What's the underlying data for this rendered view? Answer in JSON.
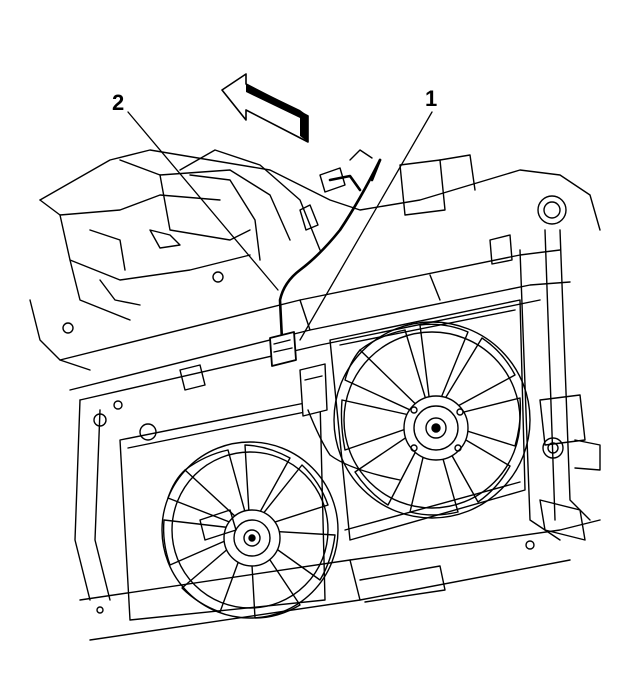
{
  "callouts": [
    {
      "id": "1",
      "text": "1"
    },
    {
      "id": "2",
      "text": "2"
    }
  ],
  "colors": {
    "line": "#000000",
    "background": "#ffffff",
    "shade": "#f2f2f2"
  }
}
